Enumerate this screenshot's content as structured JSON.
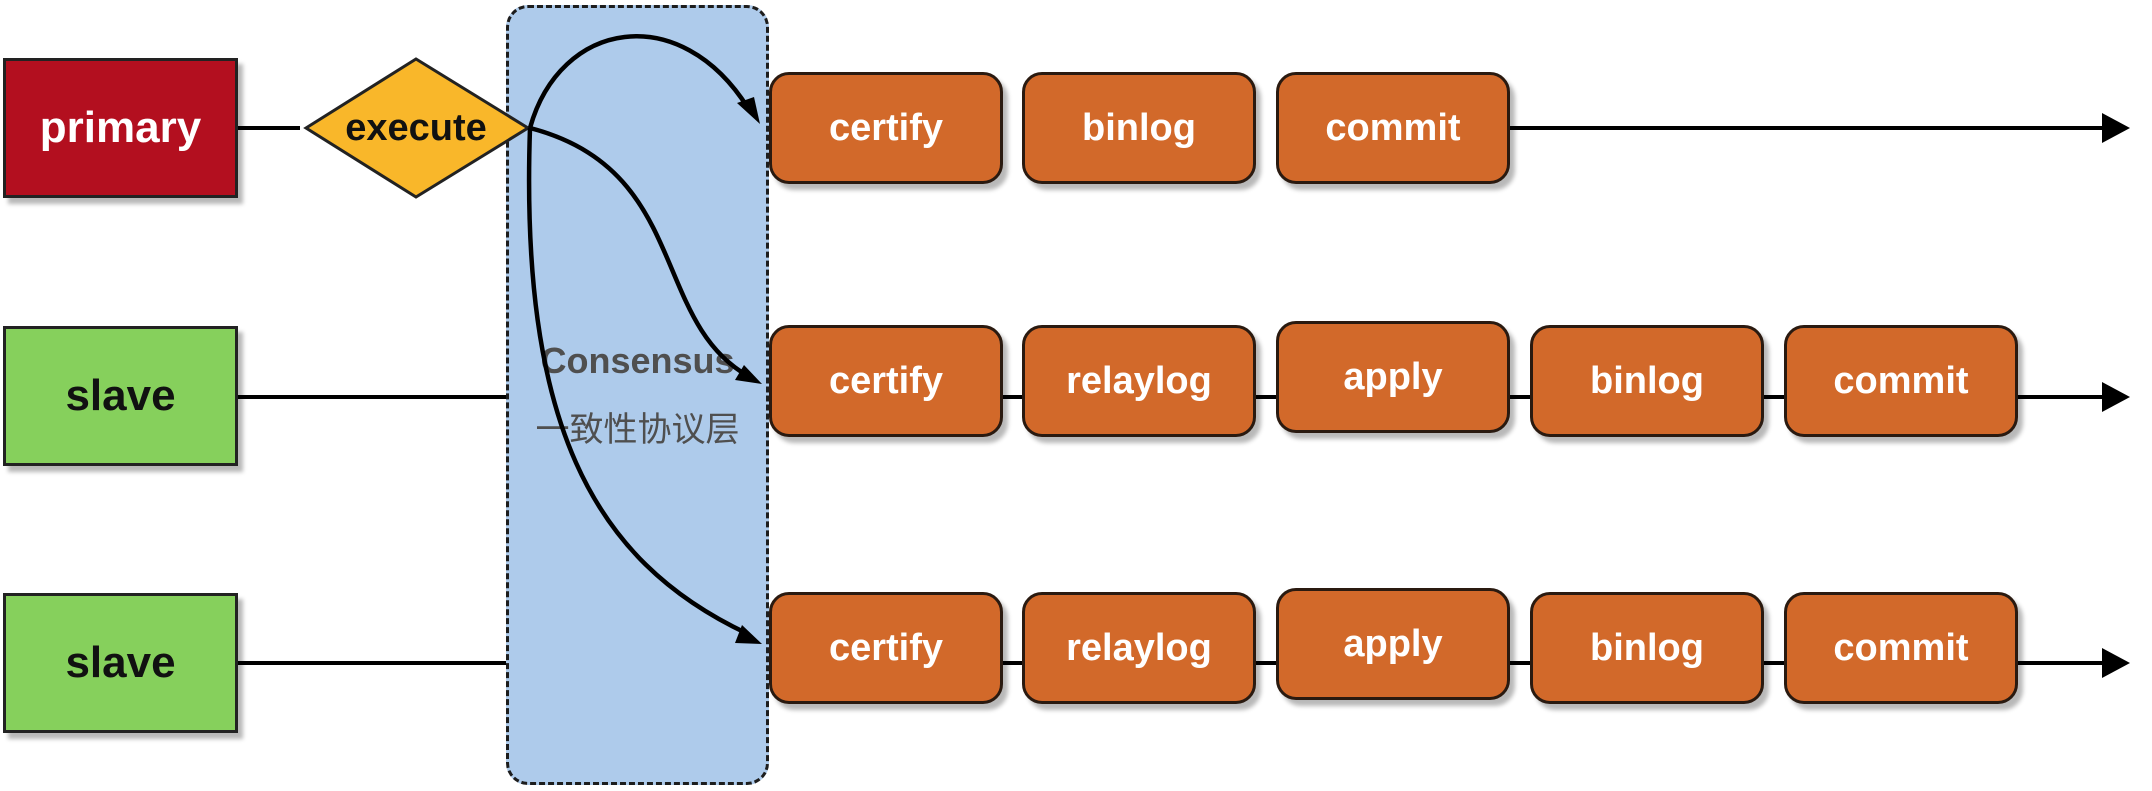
{
  "nodes": {
    "primary": "primary",
    "slave_1": "slave",
    "slave_2": "slave"
  },
  "execute": "execute",
  "consensus": {
    "label_en": "Consensus",
    "label_zh": "一致性协议层"
  },
  "rows": {
    "primary": [
      "certify",
      "binlog",
      "commit"
    ],
    "slave_1": [
      "certify",
      "relaylog",
      "apply",
      "binlog",
      "commit"
    ],
    "slave_2": [
      "certify",
      "relaylog",
      "apply",
      "binlog",
      "commit"
    ]
  },
  "colors": {
    "primary": "#b30f1f",
    "slave": "#86d05c",
    "execute": "#f9b72a",
    "stage": "#d2692a",
    "consensus": "#aecbeb",
    "line": "#000000"
  }
}
